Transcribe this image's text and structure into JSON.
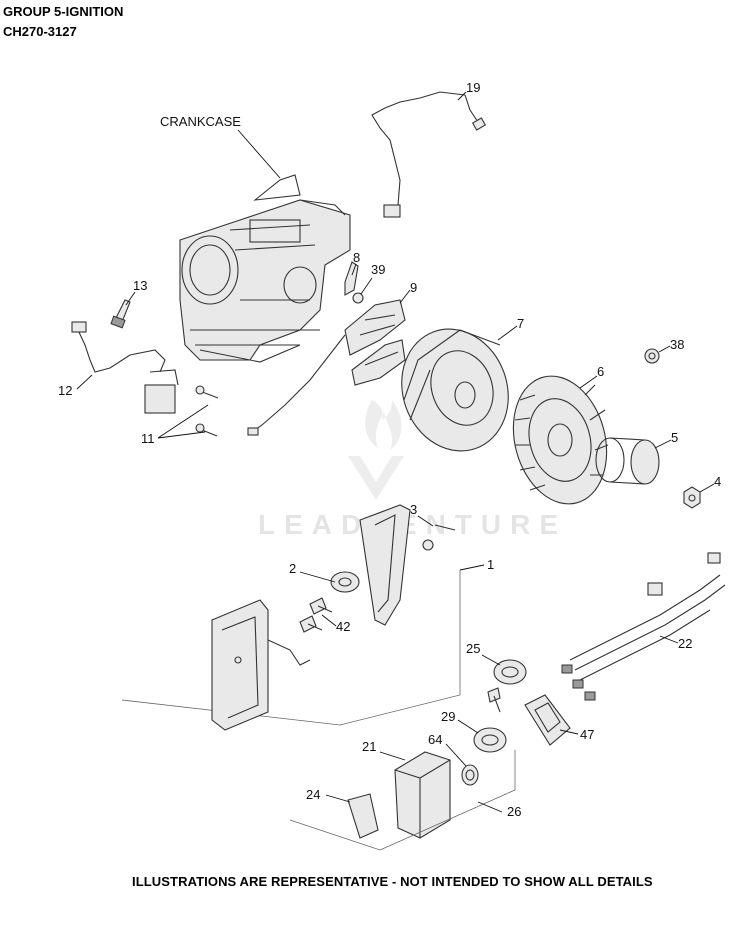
{
  "header": {
    "group": "GROUP 5-IGNITION",
    "model": "CH270-3127"
  },
  "labels": {
    "crankcase": "CRANKCASE",
    "callouts": [
      "19",
      "8",
      "39",
      "9",
      "13",
      "7",
      "38",
      "6",
      "12",
      "5",
      "11",
      "4",
      "3",
      "1",
      "2",
      "42",
      "22",
      "25",
      "47",
      "29",
      "21",
      "64",
      "24",
      "26"
    ]
  },
  "watermark": "LEADVENTURE",
  "footer": "ILLUSTRATIONS ARE REPRESENTATIVE - NOT INTENDED TO SHOW ALL DETAILS"
}
